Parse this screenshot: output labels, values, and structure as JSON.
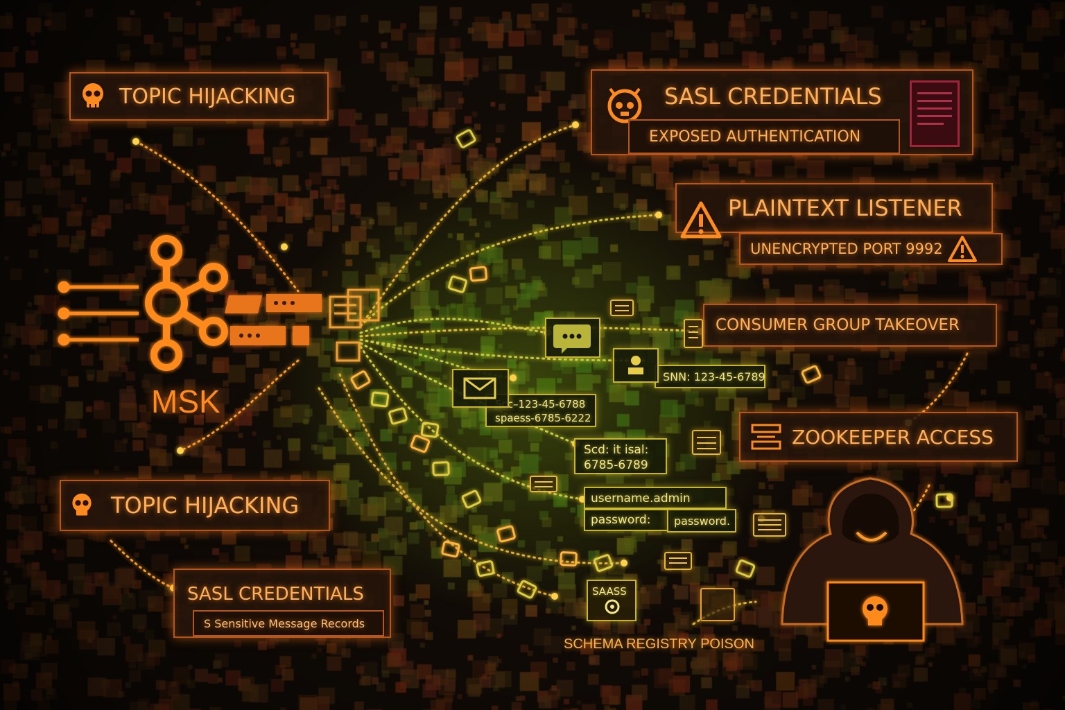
{
  "hub": {
    "label": "MSK"
  },
  "panels": {
    "topic_hijacking_top": "TOPIC HIJACKING",
    "sasl_credentials_top": "SASL CREDENTIALS",
    "exposed_authentication": "EXPOSED AUTHENTICATION",
    "plaintext_listener": "PLAINTEXT LISTENER",
    "unencrypted_port": "UNENCRYPTED PORT 9992",
    "consumer_group_takeover": "CONSUMER GROUP TAKEOVER",
    "zookeeper_access": "ZOOKEEPER ACCESS",
    "topic_hijacking_bottom": "TOPIC HIJACKING",
    "sasl_credentials_bottom": "SASL CREDENTIALS",
    "sensitive_records": "S Sensitive Message Records",
    "schema_registry": "SCHEMA REGISTRY POISON"
  },
  "chips": {
    "ssn": "SNN: 123-45-6789",
    "garbled_1_line1": "Scc–123-45-6788",
    "garbled_1_line2": "spaess-6785-6222",
    "garbled_2_line1": "Scd: it isal:",
    "garbled_2_line2": "6785-6789",
    "username": "username.admin",
    "password_label": "password:",
    "password_value": "password.",
    "saass": "SAASS"
  },
  "colors": {
    "accent_orange": "#ff8a1e",
    "panel_border": "#b5561c",
    "data_yellow": "#e8d84a",
    "danger_red": "#c0392b"
  },
  "icons": [
    "skull-icon",
    "sasl-skull-icon",
    "document-icon",
    "warning-icon",
    "server-icon",
    "hooded-hacker",
    "laptop-skull-icon",
    "kafka-hub-icon"
  ]
}
